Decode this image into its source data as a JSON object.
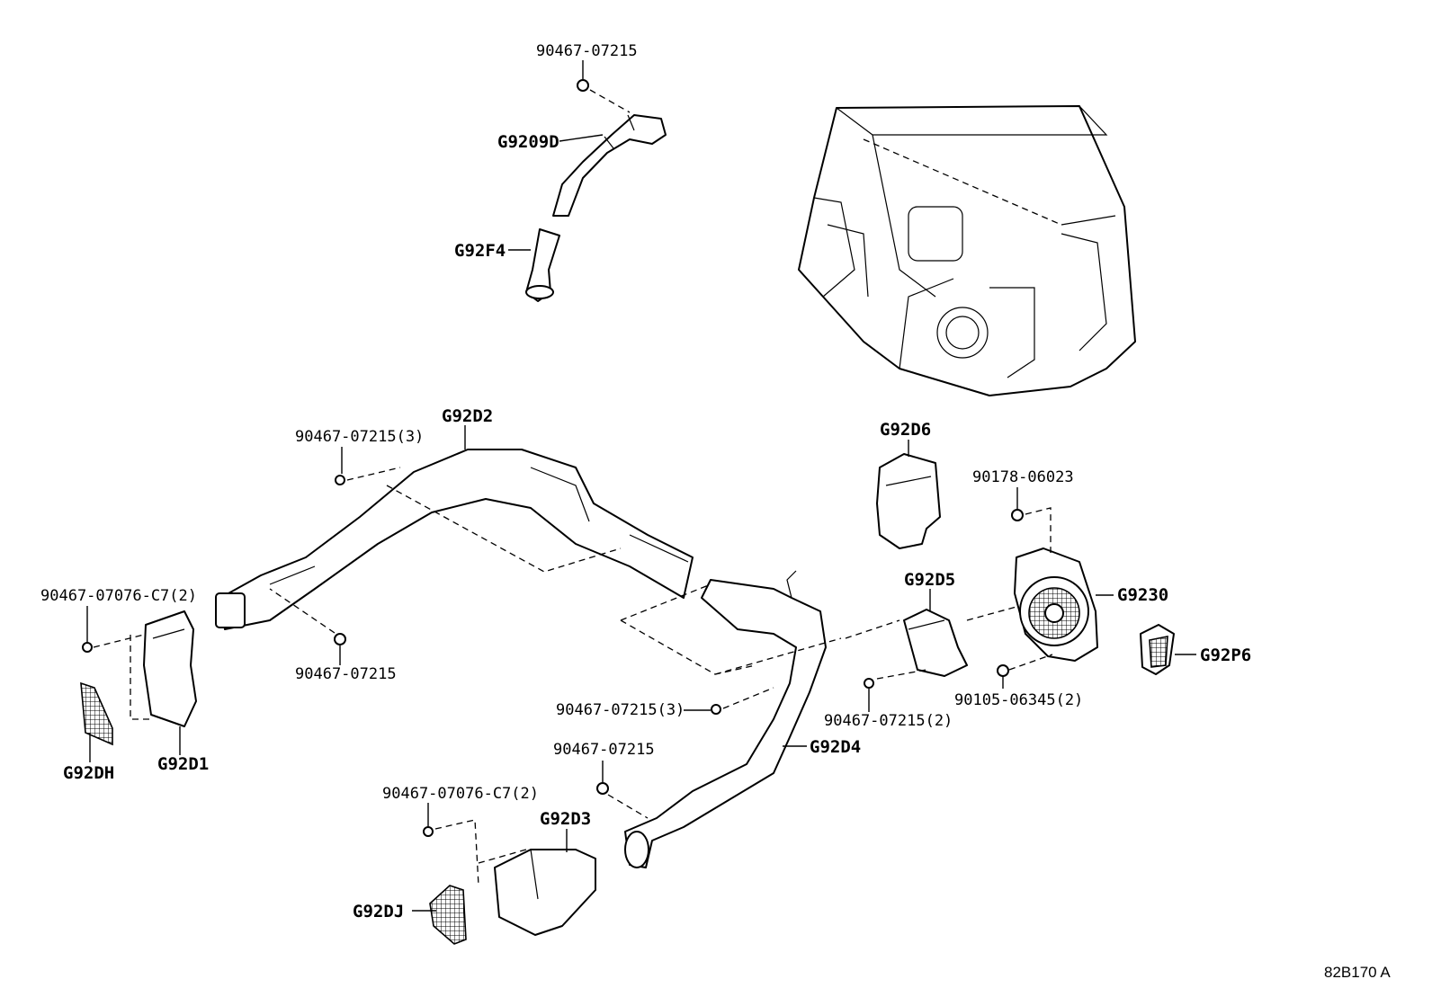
{
  "diagram": {
    "reference_code": "82B170 A",
    "callouts": {
      "bolt_top": "90467-07215",
      "duct_g9209d": "G9209D",
      "duct_g92f4": "G92F4",
      "duct_g92d2": "G92D2",
      "bolt_d2_left": "90467-07215(3)",
      "clip_left": "90467-07076-C7(2)",
      "bolt_d2_lower": "90467-07215",
      "duct_g92d1": "G92D1",
      "screen_g92dh": "G92DH",
      "duct_g92d6": "G92D6",
      "nut_blower": "90178-06023",
      "duct_g92d5": "G92D5",
      "blower_g9230": "G9230",
      "part_g92p6": "G92P6",
      "screw_blower": "90105-06345(2)",
      "bolt_d5": "90467-07215(2)",
      "bolt_d4_three": "90467-07215(3)",
      "duct_g92d4": "G92D4",
      "bolt_d4_single": "90467-07215",
      "clip_lower": "90467-07076-C7(2)",
      "duct_g92d3": "G92D3",
      "screen_g92dj": "G92DJ"
    }
  }
}
